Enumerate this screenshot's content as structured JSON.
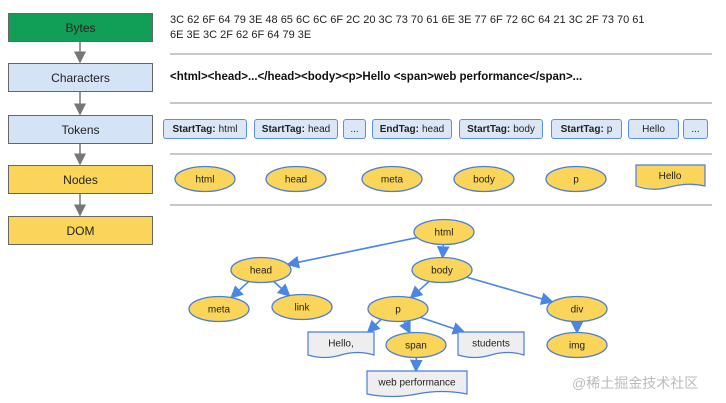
{
  "stages": [
    {
      "label": "Bytes",
      "color": "#119e57"
    },
    {
      "label": "Characters",
      "color": "#d4e3f5"
    },
    {
      "label": "Tokens",
      "color": "#d4e3f5"
    },
    {
      "label": "Nodes",
      "color": "#fbd55a"
    },
    {
      "label": "DOM",
      "color": "#fbd55a"
    }
  ],
  "bytes": {
    "line1": "3C 62 6F 64 79 3E 48 65 6C 6C 6F 2C 20 3C 73 70 61 6E 3E 77 6F 72 6C 64 21 3C 2F 73 70 61",
    "line2": "6E 3E 3C 2F 62 6F 64 79 3E"
  },
  "characters": "<html><head>...</head><body><p>Hello <span>web performance</span>...",
  "tokens": [
    {
      "type": "StartTag:",
      "value": "html"
    },
    {
      "type": "StartTag:",
      "value": "head"
    },
    {
      "type": "",
      "value": "..."
    },
    {
      "type": "EndTag:",
      "value": "head"
    },
    {
      "type": "StartTag:",
      "value": "body"
    },
    {
      "type": "StartTag:",
      "value": "p"
    },
    {
      "type": "",
      "value": "Hello"
    },
    {
      "type": "",
      "value": "..."
    }
  ],
  "nodes": [
    "html",
    "head",
    "meta",
    "body",
    "p",
    "Hello"
  ],
  "dom": {
    "nodes": [
      {
        "id": "html",
        "label": "html",
        "kind": "element"
      },
      {
        "id": "head",
        "label": "head",
        "kind": "element"
      },
      {
        "id": "body",
        "label": "body",
        "kind": "element"
      },
      {
        "id": "meta",
        "label": "meta",
        "kind": "element"
      },
      {
        "id": "link",
        "label": "link",
        "kind": "element"
      },
      {
        "id": "p",
        "label": "p",
        "kind": "element"
      },
      {
        "id": "div",
        "label": "div",
        "kind": "element"
      },
      {
        "id": "hello",
        "label": "Hello,",
        "kind": "text"
      },
      {
        "id": "span",
        "label": "span",
        "kind": "element"
      },
      {
        "id": "students",
        "label": "students",
        "kind": "text"
      },
      {
        "id": "img",
        "label": "img",
        "kind": "element"
      },
      {
        "id": "webperf",
        "label": "web performance",
        "kind": "text"
      }
    ],
    "edges": [
      [
        "html",
        "head"
      ],
      [
        "html",
        "body"
      ],
      [
        "head",
        "meta"
      ],
      [
        "head",
        "link"
      ],
      [
        "body",
        "p"
      ],
      [
        "body",
        "div"
      ],
      [
        "p",
        "hello"
      ],
      [
        "p",
        "span"
      ],
      [
        "p",
        "students"
      ],
      [
        "div",
        "img"
      ],
      [
        "span",
        "webperf"
      ]
    ]
  },
  "colors": {
    "element_fill": "#fbd55a",
    "element_stroke": "#4a7fd8",
    "text_fill": "#eeeeee",
    "arrow": "#4a86e8"
  },
  "watermark": "@稀土掘金技术社区"
}
